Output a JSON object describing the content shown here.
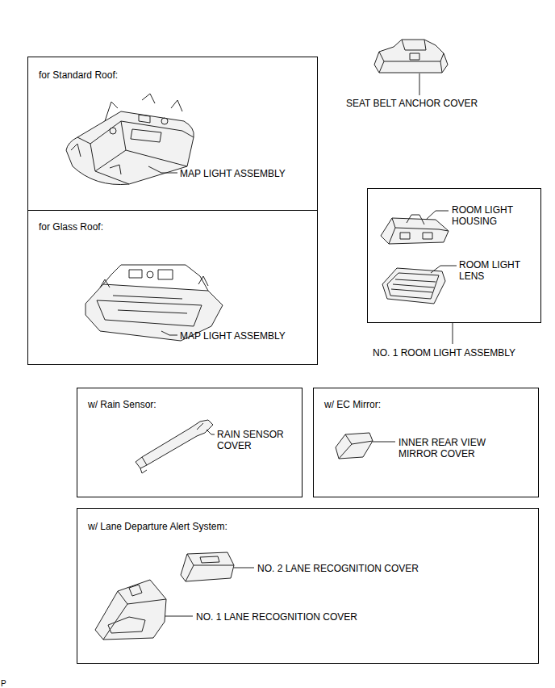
{
  "diagram": {
    "nodes": [
      {
        "text": [
          "for Standard Roof:",
          "MAP LIGHT ASSEMBLY"
        ]
      },
      {
        "text": [
          "for Glass Roof:",
          "MAP LIGHT ASSEMBLY"
        ]
      },
      {
        "text": [
          "ROOM LIGHT HOUSING",
          "ROOM LIGHT LENS",
          "NO. 1 ROOM LIGHT ASSEMBLY"
        ]
      },
      {
        "text": [
          "w/ Rain Sensor:",
          "RAIN SENSOR COVER"
        ]
      },
      {
        "text": [
          "w/ EC Mirror:",
          "INNER REAR VIEW MIRROR COVER"
        ]
      },
      {
        "text": [
          "w/ Lane Departure Alert System:",
          "NO. 2 LANE RECOGNITION COVER",
          "NO. 1 LANE RECOGNITION COVER"
        ]
      }
    ],
    "edges": [],
    "labels": [
      "SEAT BELT ANCHOR COVER",
      "P"
    ]
  }
}
